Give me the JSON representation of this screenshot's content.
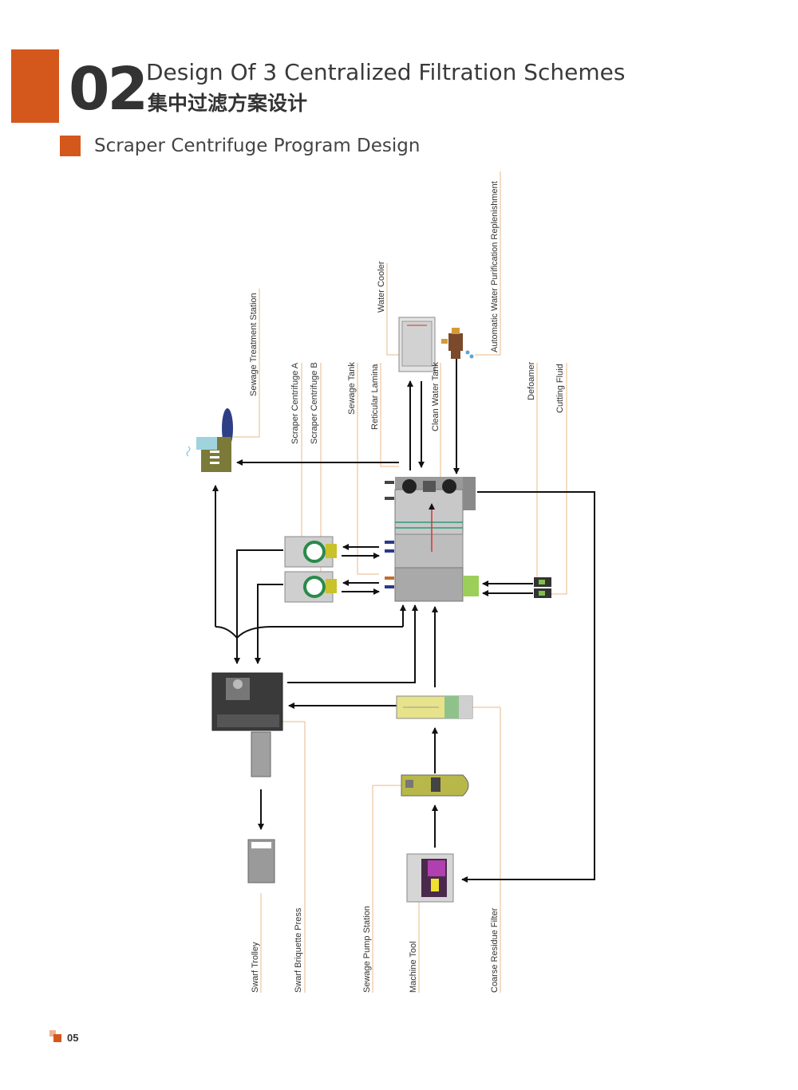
{
  "header": {
    "number": "02",
    "title_en": "Design Of 3 Centralized Filtration Schemes",
    "title_cn": "集中过滤方案设计"
  },
  "section": {
    "subtitle": "Scraper Centrifuge Program Design"
  },
  "labels": {
    "sewage_treatment_station": "Sewage Treatment Station",
    "water_cooler": "Water Cooler",
    "auto_water_purification": "Automatic Water Purification Replenishment",
    "scraper_centrifuge_a": "Scraper Centrifuge A",
    "scraper_centrifuge_b": "Scraper Centrifuge B",
    "sewage_tank": "Sewage Tank",
    "reticular_lamina": "Reticular Lamina",
    "clean_water_tank": "Clean Water Tank",
    "defoamer": "Defoamer",
    "cutting_fluid": "Cutting Fluid",
    "swarf_trolley": "Swarf Trolley",
    "swarf_briquette_press": "Swarf Briquette Press",
    "sewage_pump_station": "Sewage Pump Station",
    "machine_tool": "Machine Tool",
    "coarse_residue_filter": "Coarse Residue Filter"
  },
  "footer": {
    "page": "05"
  },
  "colors": {
    "accent": "#d4571c",
    "leader": "#e8b98a",
    "arrow": "#111111"
  }
}
